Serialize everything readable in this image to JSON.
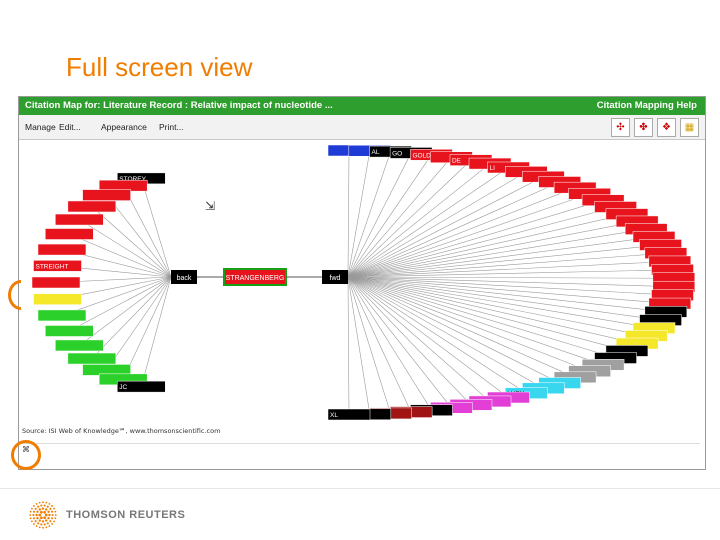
{
  "slide": {
    "title": "Full screen view"
  },
  "window": {
    "title": "Citation Map for: Literature Record : Relative impact of nucleotide ...",
    "help": "Citation Mapping Help"
  },
  "toolbar": {
    "menus": [
      "Manage",
      "Edit...",
      "Appearance",
      "Print..."
    ],
    "icons": [
      "zoom-in-icon",
      "zoom-out-icon",
      "layout-icon",
      "color-legend-icon"
    ]
  },
  "map": {
    "center": {
      "label": "STRANGENBERG"
    },
    "direction_labels": {
      "back": "back",
      "forward": "fwd"
    },
    "left_nodes": [
      {
        "label": "STOREY",
        "color": "#000000"
      },
      {
        "label": "",
        "color": "#e8141d"
      },
      {
        "label": "",
        "color": "#e8141d"
      },
      {
        "label": "",
        "color": "#e8141d"
      },
      {
        "label": "",
        "color": "#e8141d"
      },
      {
        "label": "",
        "color": "#e8141d"
      },
      {
        "label": "",
        "color": "#e8141d"
      },
      {
        "label": "STREIGHT",
        "color": "#e8141d"
      },
      {
        "label": "",
        "color": "#e8141d"
      },
      {
        "label": "",
        "color": "#f5e82a"
      },
      {
        "label": "",
        "color": "#2bd02b"
      },
      {
        "label": "",
        "color": "#2bd02b"
      },
      {
        "label": "",
        "color": "#2bd02b"
      },
      {
        "label": "",
        "color": "#2bd02b"
      },
      {
        "label": "",
        "color": "#2bd02b"
      },
      {
        "label": "",
        "color": "#2bd02b"
      },
      {
        "label": "JC",
        "color": "#000000"
      }
    ],
    "right_nodes": [
      {
        "label": "",
        "color": "#1f3bd6"
      },
      {
        "label": "",
        "color": "#1f3bd6"
      },
      {
        "label": "AL",
        "color": "#000000"
      },
      {
        "label": "GO",
        "color": "#000000"
      },
      {
        "label": "GOLD",
        "color": "#e8141d"
      },
      {
        "label": "",
        "color": "#e8141d"
      },
      {
        "label": "DE",
        "color": "#e8141d"
      },
      {
        "label": "",
        "color": "#e8141d"
      },
      {
        "label": "LI",
        "color": "#e8141d"
      },
      {
        "label": "",
        "color": "#e8141d"
      },
      {
        "label": "",
        "color": "#e8141d"
      },
      {
        "label": "",
        "color": "#e8141d"
      },
      {
        "label": "",
        "color": "#e8141d"
      },
      {
        "label": "",
        "color": "#e8141d"
      },
      {
        "label": "",
        "color": "#e8141d"
      },
      {
        "label": "",
        "color": "#e8141d"
      },
      {
        "label": "",
        "color": "#e8141d"
      },
      {
        "label": "",
        "color": "#e8141d"
      },
      {
        "label": "",
        "color": "#e8141d"
      },
      {
        "label": "",
        "color": "#e8141d"
      },
      {
        "label": "",
        "color": "#e8141d"
      },
      {
        "label": "",
        "color": "#e8141d"
      },
      {
        "label": "",
        "color": "#e8141d"
      },
      {
        "label": "",
        "color": "#e8141d"
      },
      {
        "label": "",
        "color": "#e8141d"
      },
      {
        "label": "",
        "color": "#e8141d"
      },
      {
        "label": "",
        "color": "#e8141d"
      },
      {
        "label": "",
        "color": "#e8141d"
      },
      {
        "label": "",
        "color": "#000000"
      },
      {
        "label": "",
        "color": "#000000"
      },
      {
        "label": "",
        "color": "#f5e82a"
      },
      {
        "label": "",
        "color": "#f5e82a"
      },
      {
        "label": "",
        "color": "#f5e82a"
      },
      {
        "label": "",
        "color": "#000000"
      },
      {
        "label": "",
        "color": "#000000"
      },
      {
        "label": "",
        "color": "#a0a0a0"
      },
      {
        "label": "",
        "color": "#a0a0a0"
      },
      {
        "label": "",
        "color": "#a0a0a0"
      },
      {
        "label": "",
        "color": "#39d6ef"
      },
      {
        "label": "",
        "color": "#39d6ef"
      },
      {
        "label": "LUBY",
        "color": "#39d6ef"
      },
      {
        "label": "",
        "color": "#e23fd6"
      },
      {
        "label": "",
        "color": "#e23fd6"
      },
      {
        "label": "",
        "color": "#e23fd6"
      },
      {
        "label": "",
        "color": "#e23fd6"
      },
      {
        "label": "",
        "color": "#000000"
      },
      {
        "label": "",
        "color": "#a01414"
      },
      {
        "label": "",
        "color": "#a01414"
      },
      {
        "label": "",
        "color": "#000000"
      },
      {
        "label": "XL",
        "color": "#000000"
      }
    ]
  },
  "footer": {
    "source": "Source: ISI Web of Knowledge℠, www.thomsonscientific.com",
    "legend_text": "",
    "company": "THOMSON REUTERS"
  }
}
